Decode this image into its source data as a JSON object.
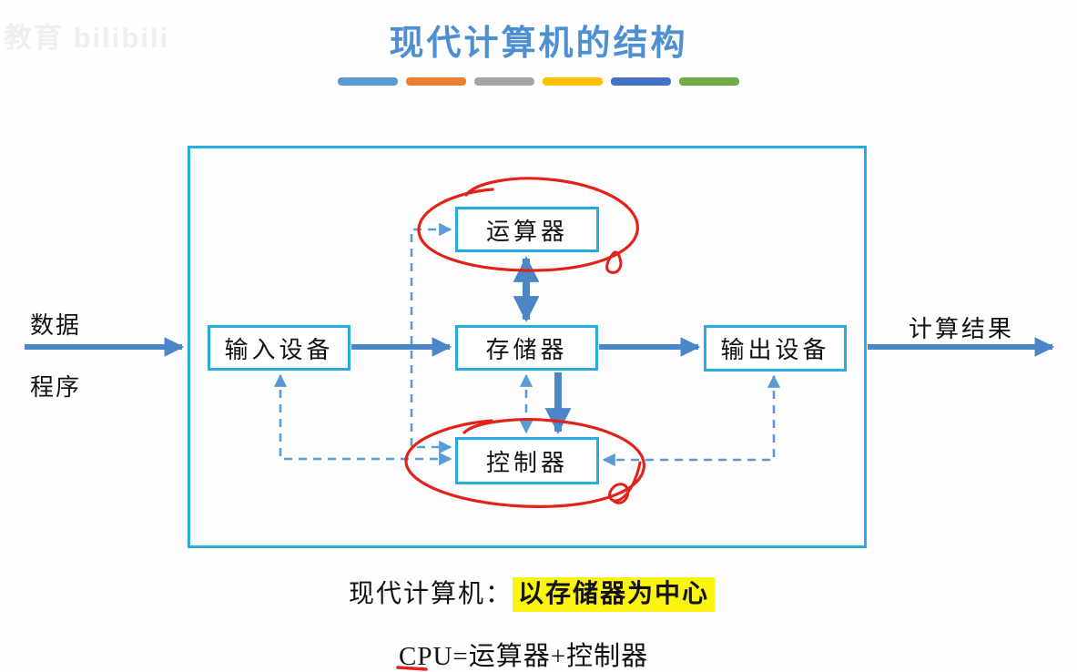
{
  "watermark": "教育 bilibili",
  "title": "现代计算机的结构",
  "divider_colors": [
    "#5B9BD5",
    "#ED7D31",
    "#A5A5A5",
    "#FFC000",
    "#4472C4",
    "#70AD47"
  ],
  "diagram": {
    "left_labels": {
      "top": "数据",
      "bottom": "程序"
    },
    "right_label": "计算结果",
    "boxes": {
      "alu": "运算器",
      "input": "输入设备",
      "memory": "存储器",
      "output": "输出设备",
      "control": "控制器"
    },
    "colors": {
      "box_border": "#29ABE2",
      "solid_arrow": "#4A86C8",
      "dashed_arrow": "#5B9BD5",
      "annotation": "#E32119"
    }
  },
  "notes": {
    "line1_prefix": "现代计算机：",
    "line1_highlight": "以存储器为中心",
    "highlight_color": "#FAF410",
    "line2": "CPU=运算器+控制器"
  }
}
